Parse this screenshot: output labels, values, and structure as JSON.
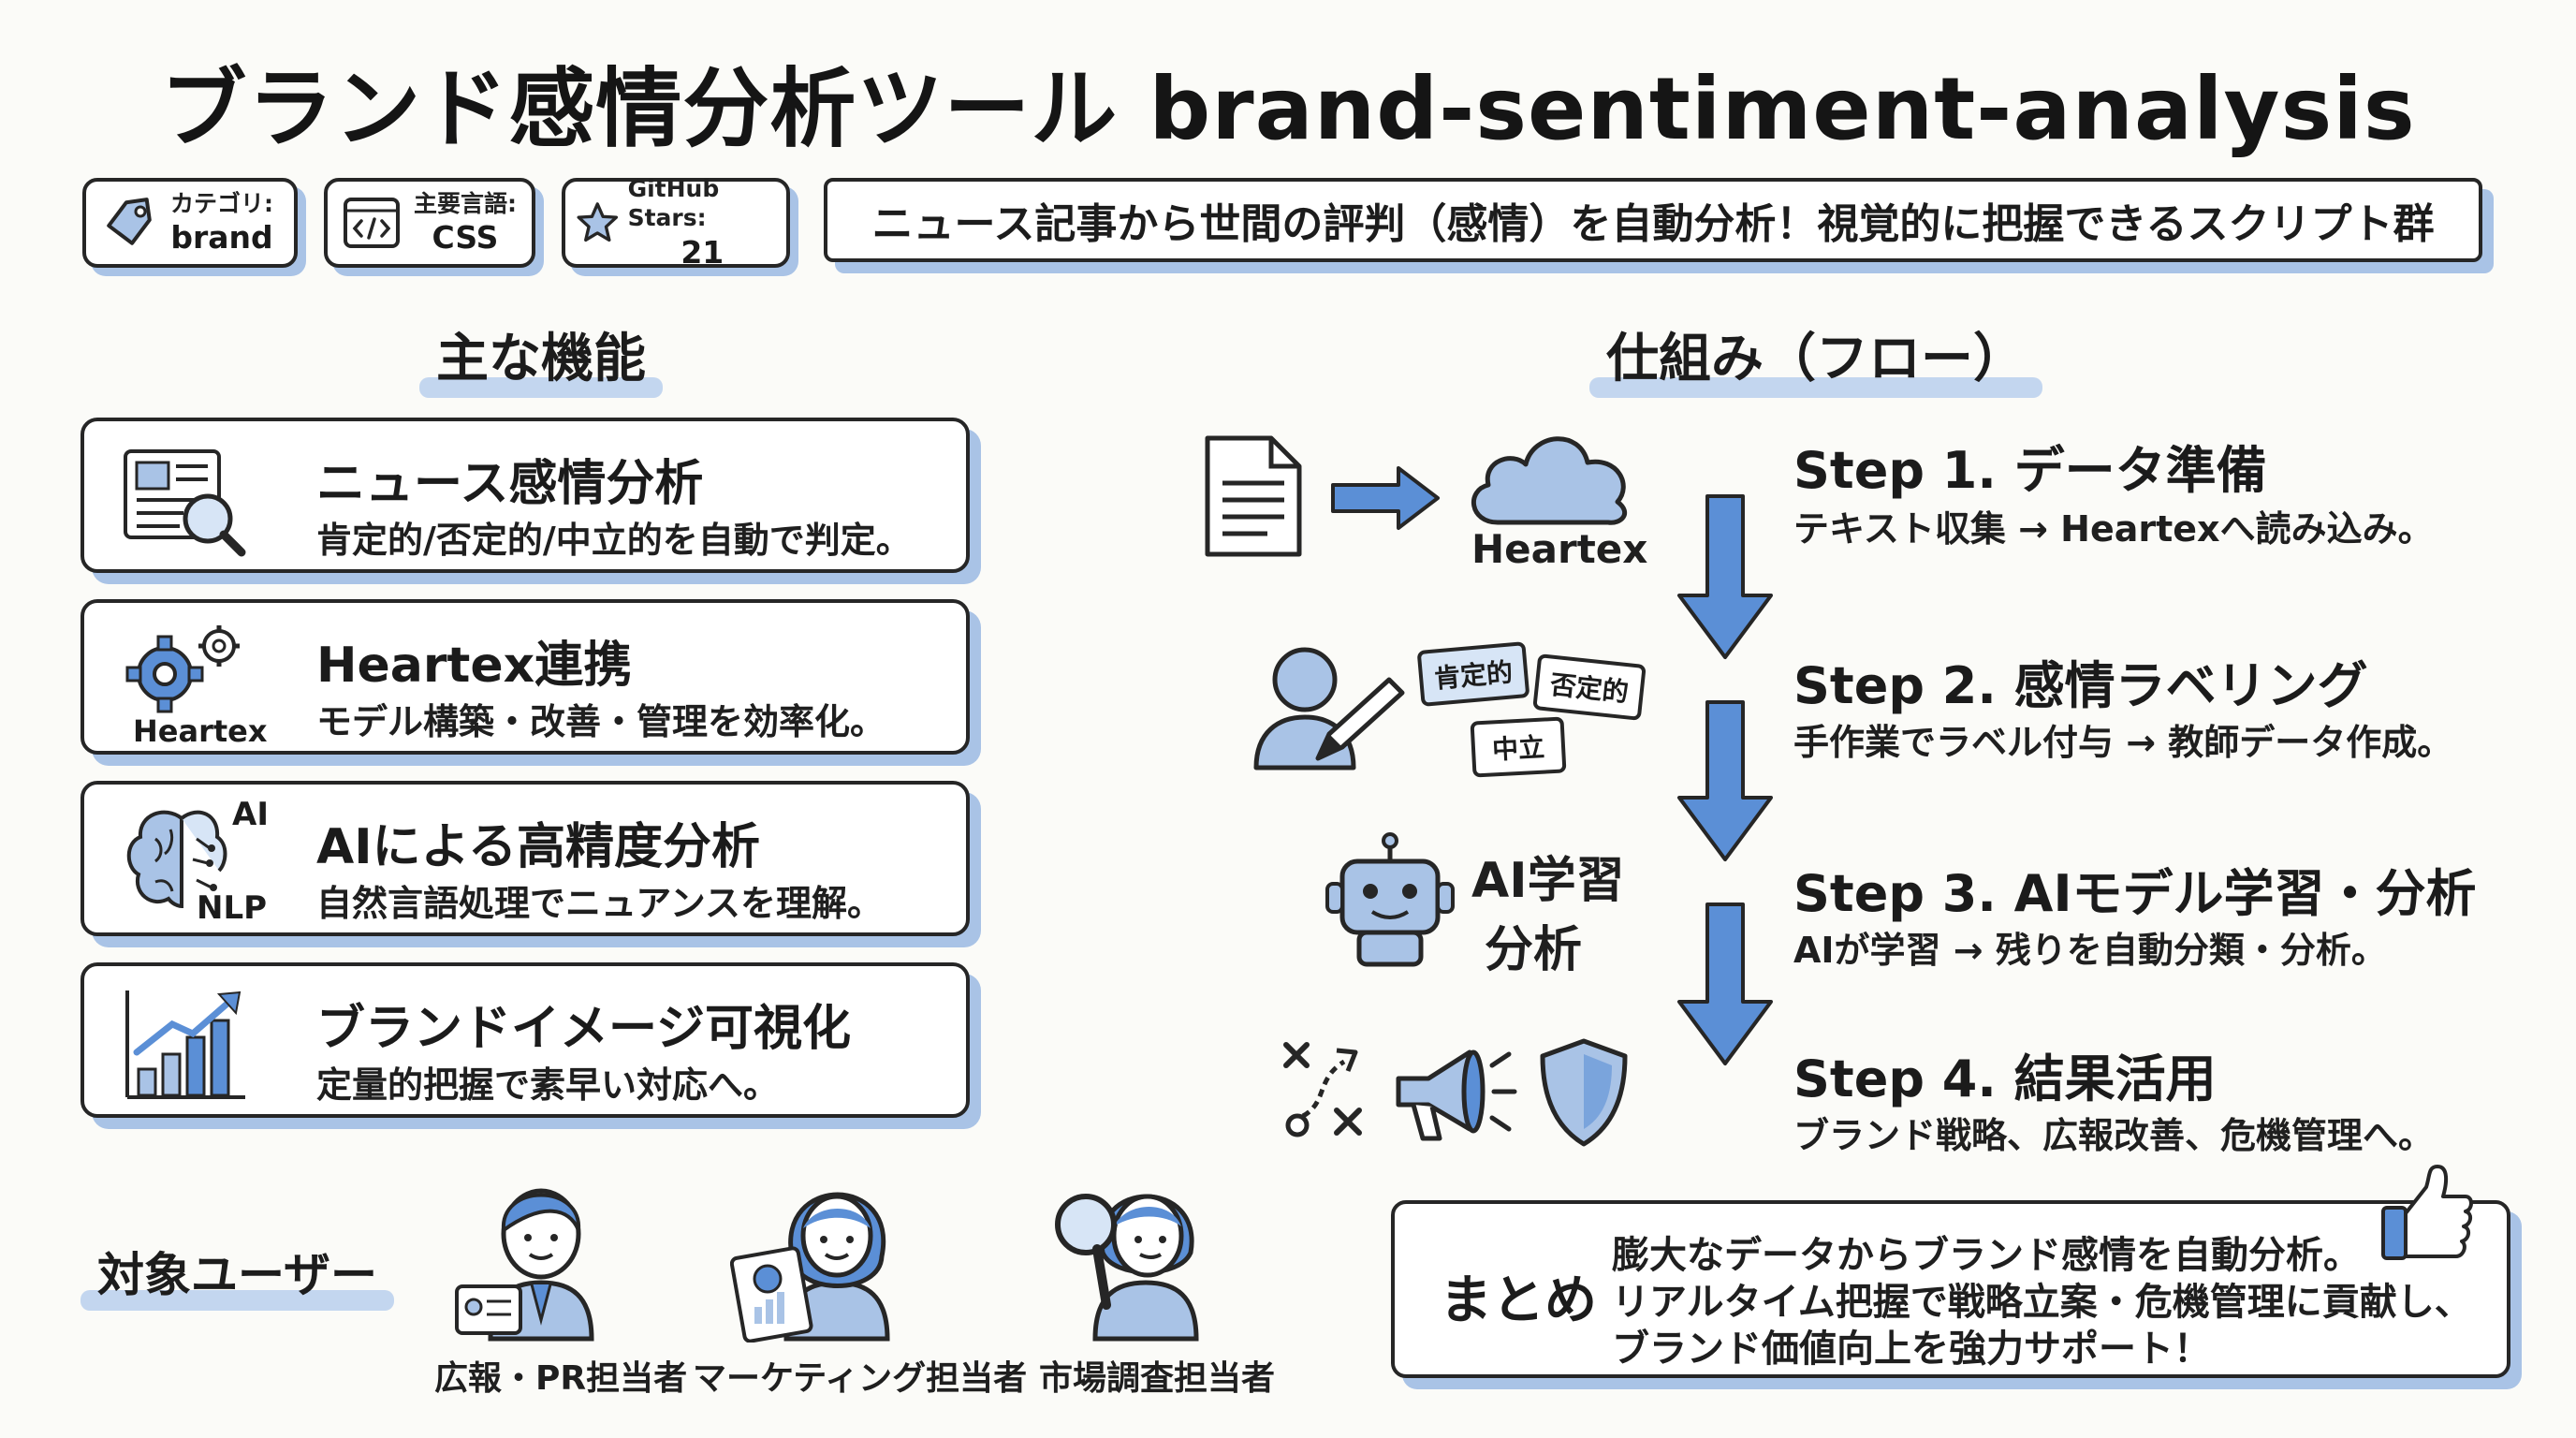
{
  "title": "ブランド感情分析ツール brand-sentiment-analysis",
  "badges": [
    {
      "label": "カテゴリ:",
      "value": "brand"
    },
    {
      "label": "主要言語:",
      "value": "CSS"
    },
    {
      "label": "GitHub Stars:",
      "value": "21"
    }
  ],
  "description": "ニュース記事から世間の評判（感情）を自動分析！視覚的に把握できるスクリプト群",
  "features": {
    "heading": "主な機能",
    "items": [
      {
        "title": "ニュース感情分析",
        "desc": "肯定的/否定的/中立的を自動で判定。",
        "icon": "newspaper-magnifier-icon"
      },
      {
        "title": "Heartex連携",
        "desc": "モデル構築・改善・管理を効率化。",
        "icon": "gears-icon",
        "icon_label": "Heartex"
      },
      {
        "title": "AIによる高精度分析",
        "desc": "自然言語処理でニュアンスを理解。",
        "icon": "brain-icon",
        "icon_label_top": "AI",
        "icon_label_bottom": "NLP"
      },
      {
        "title": "ブランドイメージ可視化",
        "desc": "定量的把握で素早い対応へ。",
        "icon": "bar-chart-icon"
      }
    ]
  },
  "flow": {
    "heading": "仕組み（フロー）",
    "heartex_label": "Heartex",
    "tags": [
      "肯定的",
      "否定的",
      "中立"
    ],
    "ai_label_line1": "AI学習",
    "ai_label_line2": "分析",
    "steps": [
      {
        "title": "Step 1. データ準備",
        "desc": "テキスト収集 → Heartexへ読み込み。"
      },
      {
        "title": "Step 2. 感情ラベリング",
        "desc": "手作業でラベル付与 → 教師データ作成。"
      },
      {
        "title": "Step 3. AIモデル学習・分析",
        "desc": "AIが学習 → 残りを自動分類・分析。"
      },
      {
        "title": "Step 4. 結果活用",
        "desc": "ブランド戦略、広報改善、危機管理へ。"
      }
    ]
  },
  "users": {
    "heading": "対象ユーザー",
    "items": [
      "広報・PR担当者",
      "マーケティング担当者",
      "市場調査担当者"
    ]
  },
  "summary": {
    "heading": "まとめ",
    "lines": [
      "膨大なデータからブランド感情を自動分析。",
      "リアルタイム把握で戦略立案・危機管理に貢献し、",
      "ブランド価値向上を強力サポート！"
    ]
  },
  "colors": {
    "accent": "#5b8fd6",
    "accent_light": "#a9c3e6",
    "ink": "#262626"
  }
}
